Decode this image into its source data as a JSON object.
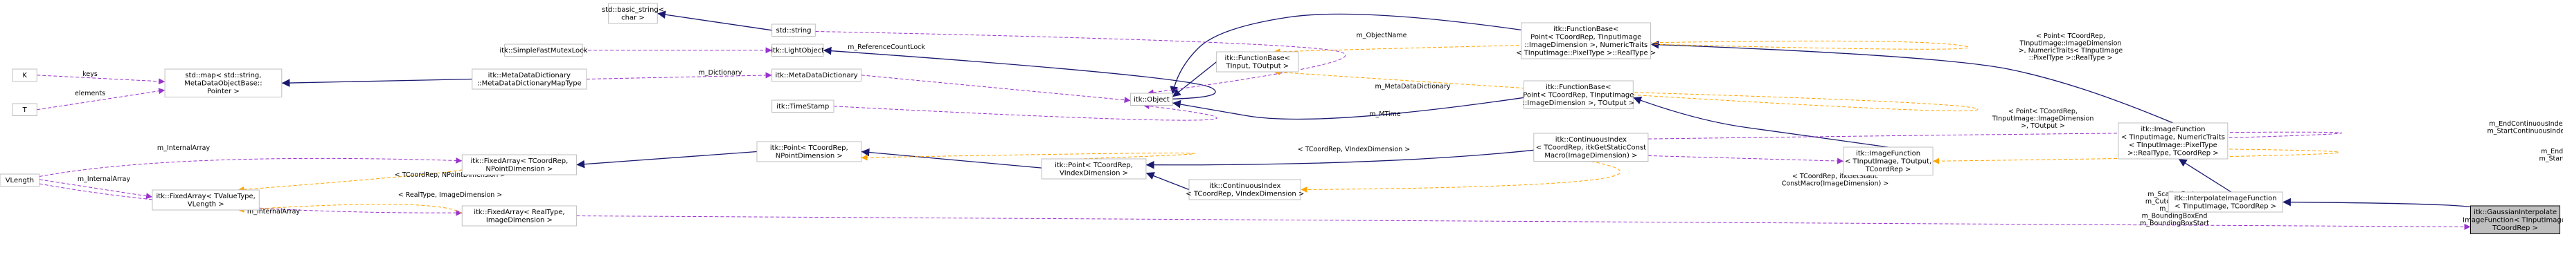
{
  "nodes": {
    "basic_string": [
      "std::basic_string<",
      "char >"
    ],
    "std_string": [
      "std::string"
    ],
    "fast_mutex": [
      "itk::SimpleFastMutexLock"
    ],
    "light_object": [
      "itk::LightObject"
    ],
    "object": [
      "itk::Object"
    ],
    "k": [
      "K"
    ],
    "t": [
      "T"
    ],
    "std_map": [
      "std::map< std::string,",
      "MetaDataObjectBase::",
      "Pointer >"
    ],
    "mdd_map_type": [
      "itk::MetaDataDictionary",
      "::MetaDataDictionaryMapType"
    ],
    "mdd": [
      "itk::MetaDataDictionary"
    ],
    "timestamp": [
      "itk::TimeStamp"
    ],
    "fb_input_output": [
      "itk::FunctionBase<",
      "TInput, TOutput >"
    ],
    "fb_point_numeric": [
      "itk::FunctionBase<",
      "Point< TCoordRep, TInputImage",
      "::ImageDimension >, NumericTraits",
      "< TInputImage::PixelType >::RealType >"
    ],
    "fb_point_output": [
      "itk::FunctionBase<",
      "Point< TCoordRep, TInputImage",
      "::ImageDimension >, TOutput >"
    ],
    "image_function_numeric": [
      "itk::ImageFunction",
      "< TInputImage, NumericTraits",
      "< TInputImage::PixelType",
      ">::RealType, TCoordRep >"
    ],
    "interpolate": [
      "itk::InterpolateImageFunction",
      "< TInputImage, TCoordRep >"
    ],
    "gaussian": [
      "itk::GaussianInterpolate",
      "ImageFunction< TInputImage,",
      "TCoordRep >"
    ],
    "vlength": [
      "VLength"
    ],
    "fixed_tvalue": [
      "itk::FixedArray< TValueType,",
      "VLength >"
    ],
    "fixed_npoint": [
      "itk::FixedArray< TCoordRep,",
      "NPointDimension >"
    ],
    "point_npoint": [
      "itk::Point< TCoordRep,",
      "NPointDimension >"
    ],
    "point_vindex": [
      "itk::Point< TCoordRep,",
      "VIndexDimension >"
    ],
    "cont_index_vindex": [
      "itk::ContinuousIndex",
      "< TCoordRep, VIndexDimension >"
    ],
    "cont_index_static": [
      "itk::ContinuousIndex",
      "< TCoordRep, itkGetStaticConst",
      "Macro(ImageDimension) >"
    ],
    "image_function_output": [
      "itk::ImageFunction",
      "< TInputImage, TOutput,",
      "TCoordRep >"
    ],
    "fixed_real": [
      "itk::FixedArray< RealType,",
      "ImageDimension >"
    ]
  },
  "edge_labels": {
    "object_name": [
      "m_ObjectName"
    ],
    "ref_count_lock": [
      "m_ReferenceCountLock"
    ],
    "keys": [
      "keys"
    ],
    "elements": [
      "elements"
    ],
    "dictionary": [
      "m_Dictionary"
    ],
    "meta_data_dictionary": [
      "m_MetaDataDictionary"
    ],
    "mtime": [
      "m_MTime"
    ],
    "tpl_fb_numeric": [
      "< Point< TCoordRep,",
      "TInputImage::ImageDimension",
      ">, NumericTraits< TInputImage",
      "::PixelType >::RealType >"
    ],
    "tpl_fb_output": [
      "< Point< TCoordRep,",
      "TInputImage::ImageDimension",
      ">, TOutput >"
    ],
    "end_start_top": [
      "m_EndContinuousIndex",
      "m_StartContinuousIndex"
    ],
    "end_start_mid": [
      "m_EndContinuousIndex",
      "m_StartContinuousIndex"
    ],
    "tpl_image_function_numeric": [
      "< TInputImage, NumericTraits",
      "< TInputImage::PixelType",
      ">::RealType, TCoordRep >"
    ],
    "internal_array_top": [
      "m_InternalArray"
    ],
    "internal_array_mid": [
      "m_InternalArray"
    ],
    "internal_array_bottom": [
      "m_InternalArray"
    ],
    "tpl_npoint": [
      "< TCoordRep, NPointDimension >"
    ],
    "tpl_realtype": [
      "< RealType, ImageDimension >"
    ],
    "tpl_vindex": [
      "< TCoordRep, VIndexDimension >"
    ],
    "tpl_static_const": [
      "< TCoordRep, itkGetStatic",
      "ConstMacro(ImageDimension) >"
    ],
    "gaussian_members": [
      "m_ScalingFactor",
      "m_CutoffDistance",
      "m_Sigma",
      "m_BoundingBoxEnd",
      "m_BoundingBoxStart"
    ]
  },
  "colors": {
    "inheritance_edge": "#191970",
    "member_edge": "#9a32cd",
    "template_edge": "#ffa500",
    "node_border": "#bfbfbf",
    "focus_node_fill": "#bfbfbf"
  }
}
